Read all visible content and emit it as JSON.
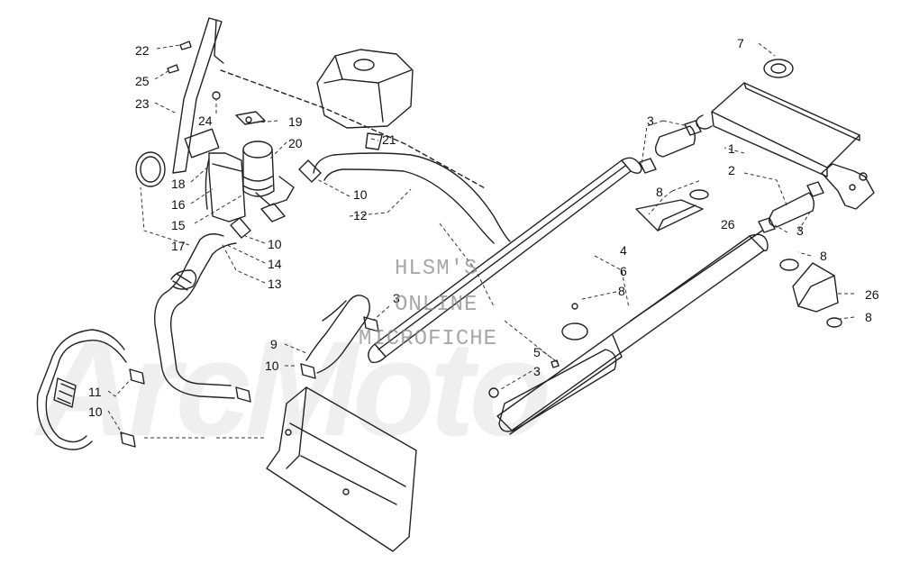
{
  "watermark": {
    "line1": "HLSM'S",
    "line2": "ONLINE",
    "line3": "MICROFICHE",
    "background_logo": "ArcMoto"
  },
  "callouts": {
    "n1": "1",
    "n2": "2",
    "n3a": "3",
    "n3b": "3",
    "n3c": "3",
    "n3d": "3",
    "n4": "4",
    "n5": "5",
    "n6": "6",
    "n7": "7",
    "n8a": "8",
    "n8b": "8",
    "n8c": "8",
    "n8d": "8",
    "n9": "9",
    "n10a": "10",
    "n10b": "10",
    "n10c": "10",
    "n10d": "10",
    "n11": "11",
    "n12": "12",
    "n13": "13",
    "n14": "14",
    "n15": "15",
    "n16": "16",
    "n17": "17",
    "n18": "18",
    "n19": "19",
    "n20": "20",
    "n21": "21",
    "n22": "22",
    "n23": "23",
    "n24": "24",
    "n25": "25",
    "n26a": "26",
    "n26b": "26"
  },
  "colors": {
    "line": "#222222",
    "leader": "#333333",
    "watermark": "#8a8a8a",
    "logo": "#efefef"
  }
}
